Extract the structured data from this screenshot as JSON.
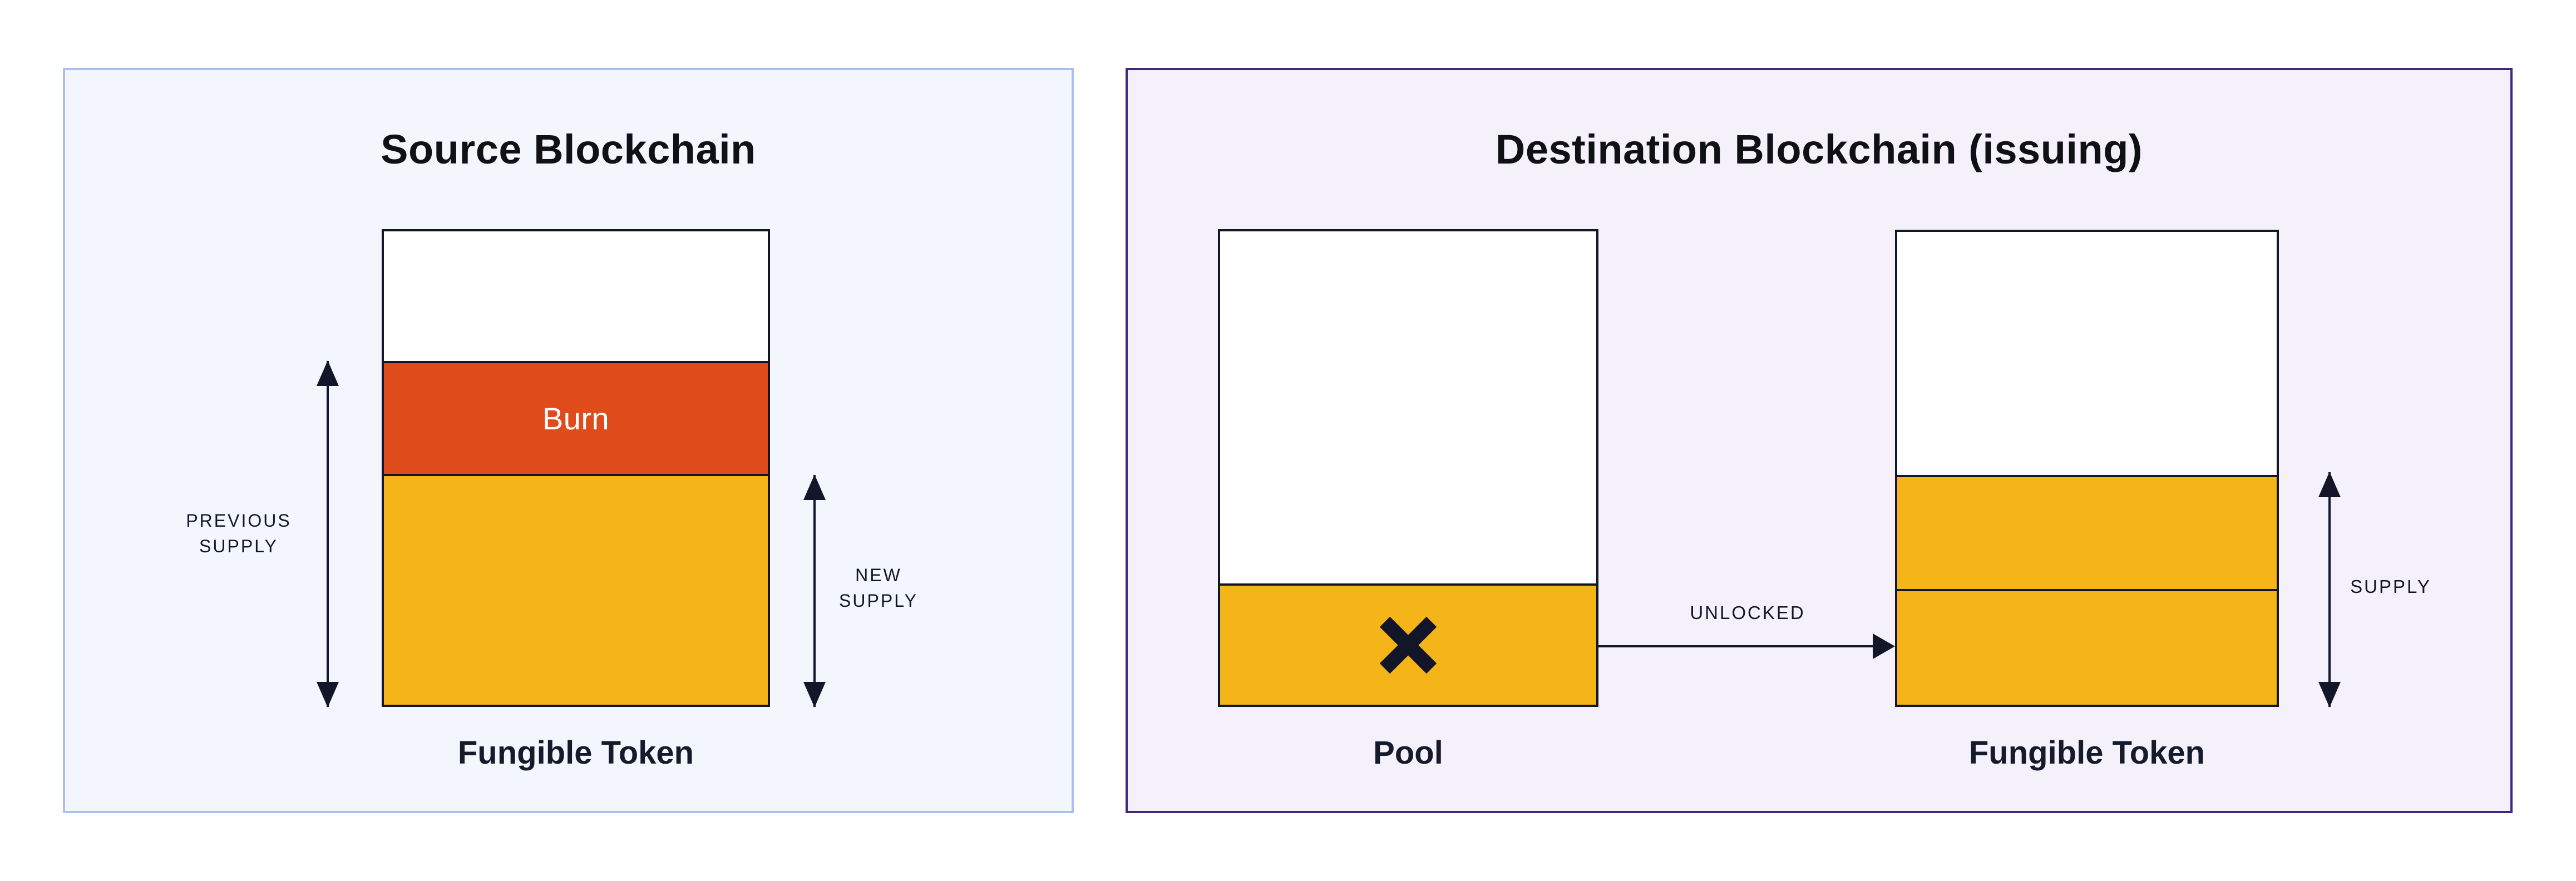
{
  "line_color": "#131629",
  "source_panel": {
    "title": "Source Blockchain",
    "background": "#F3F6FC",
    "border_color": "#A9BFEF",
    "bar": {
      "label": "Fungible Token",
      "empty_color": "#FFFFFF",
      "burn_label": "Burn",
      "burn_color": "#E04B1C",
      "supply_color": "#F5B417"
    },
    "previous_supply_label": "PREVIOUS\nSUPPLY",
    "new_supply_label": "NEW\nSUPPLY"
  },
  "destination_panel": {
    "title": "Destination Blockchain (issuing)",
    "background": "#F4F1FA",
    "border_color": "#3B2A80",
    "pool_bar": {
      "label": "Pool",
      "locked_color": "#F5B417",
      "cross_icon": "x-mark"
    },
    "token_bar": {
      "label": "Fungible Token",
      "supply_color": "#F5B417"
    },
    "unlocked_label": "UNLOCKED",
    "supply_label": "SUPPLY"
  }
}
